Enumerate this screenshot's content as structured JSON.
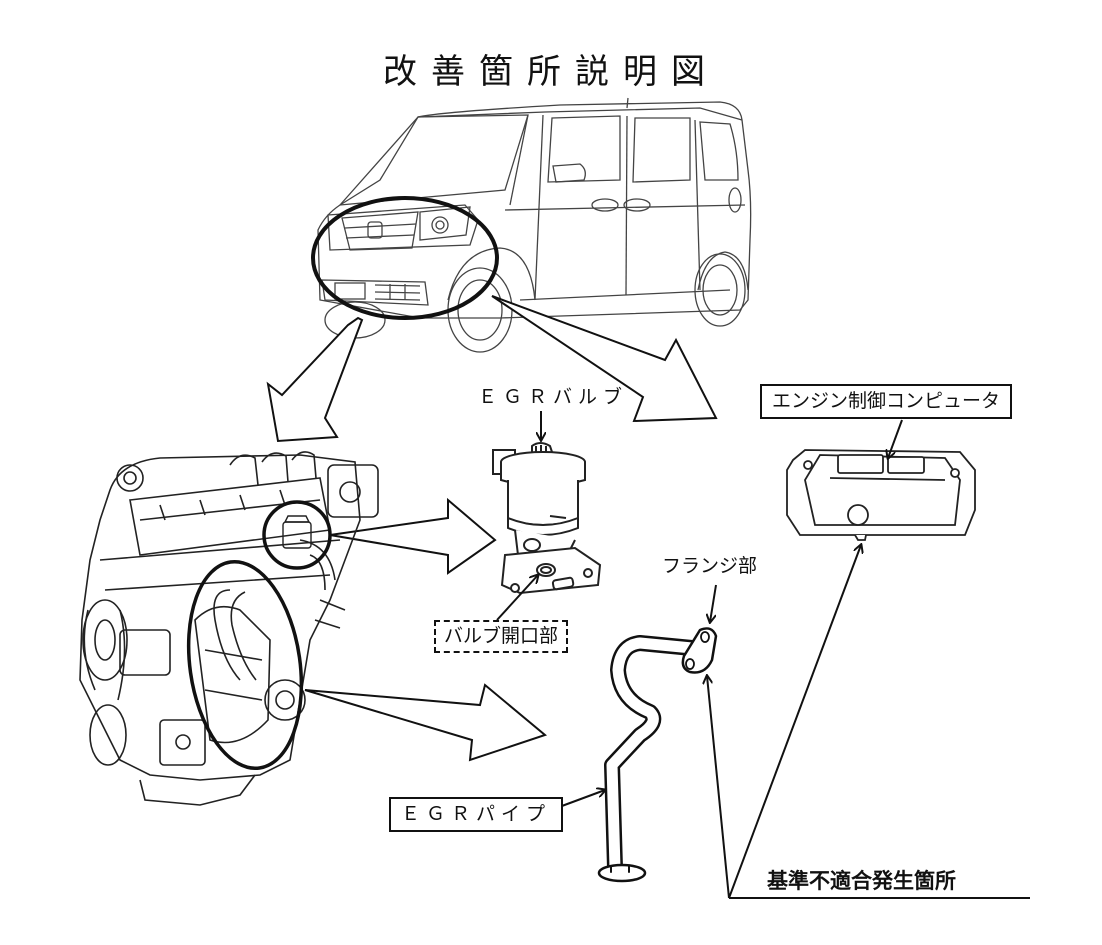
{
  "title": "改善箇所説明図",
  "labels": {
    "egr_valve": "ＥＧＲバルブ",
    "valve_opening": "バルブ開口部",
    "engine_computer": "エンジン制御コンピュータ",
    "flange": "フランジ部",
    "egr_pipe": "ＥＧＲパイプ",
    "nonconformity_location": "基準不適合発生箇所"
  },
  "parts": [
    {
      "id": "vehicle",
      "name": "vehicle (kei car, front-left view)",
      "highlighted_region": "front engine bay"
    },
    {
      "id": "engine",
      "name": "engine assembly",
      "highlighted_regions": [
        "EGR valve",
        "EGR pipe"
      ]
    },
    {
      "id": "egr_valve",
      "name": "EGR valve"
    },
    {
      "id": "egr_pipe",
      "name": "EGR pipe"
    },
    {
      "id": "ecu",
      "name": "engine control computer"
    }
  ],
  "relations": [
    {
      "from": "vehicle",
      "to": "engine",
      "type": "zoom-arrow"
    },
    {
      "from": "vehicle",
      "to": "ecu",
      "type": "zoom-arrow"
    },
    {
      "from": "engine",
      "to": "egr_valve",
      "type": "zoom-arrow"
    },
    {
      "from": "engine",
      "to": "egr_pipe",
      "type": "zoom-arrow"
    },
    {
      "from": "nonconformity_location",
      "to": "flange",
      "type": "pointer"
    },
    {
      "from": "nonconformity_location",
      "to": "ecu",
      "type": "pointer"
    }
  ],
  "colors": {
    "line": "#111111",
    "background": "#ffffff",
    "sketch": "#555555"
  }
}
